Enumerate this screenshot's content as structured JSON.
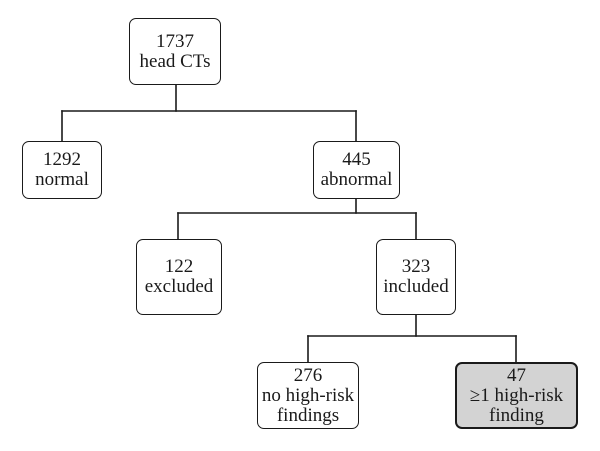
{
  "diagram": {
    "root": {
      "count": "1737",
      "label": "head CTs"
    },
    "normal": {
      "count": "1292",
      "label": "normal"
    },
    "abnormal": {
      "count": "445",
      "label": "abnormal"
    },
    "excluded": {
      "count": "122",
      "label": "excluded"
    },
    "included": {
      "count": "323",
      "label": "included"
    },
    "no_high_risk": {
      "count": "276",
      "label_line1": "no high-risk",
      "label_line2": "findings"
    },
    "high_risk": {
      "count": "47",
      "label_line1": "≥1 high-risk",
      "label_line2": "finding"
    }
  },
  "colors": {
    "line": "#1a1a1a",
    "highlight_fill": "#d3d3d3",
    "background": "#ffffff"
  }
}
